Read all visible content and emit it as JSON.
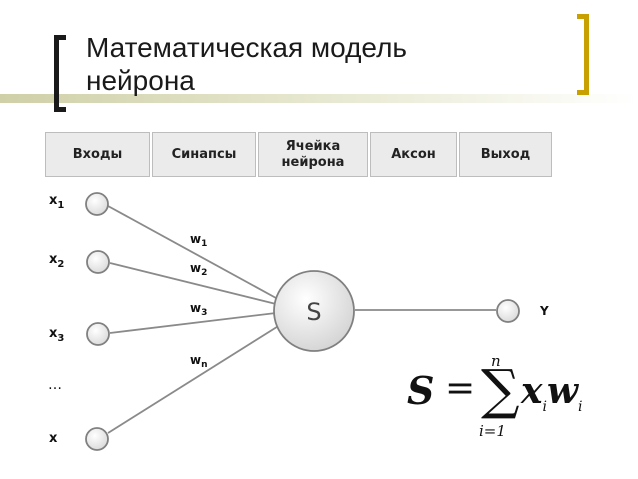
{
  "slide": {
    "title_line1": "Математическая модель",
    "title_line2": "нейрона",
    "accent_color": "#c8a000"
  },
  "header": {
    "cells": [
      {
        "line1": "Входы",
        "line2": ""
      },
      {
        "line1": "Синапсы",
        "line2": ""
      },
      {
        "line1": "Ячейка",
        "line2": "нейрона"
      },
      {
        "line1": "Аксон",
        "line2": ""
      },
      {
        "line1": "Выход",
        "line2": ""
      }
    ]
  },
  "diagram": {
    "inputs": [
      {
        "base": "x",
        "sub": "1"
      },
      {
        "base": "x",
        "sub": "2"
      },
      {
        "base": "x",
        "sub": "3"
      },
      {
        "base": "…",
        "sub": ""
      },
      {
        "base": "x",
        "sub": ""
      }
    ],
    "weights": [
      {
        "base": "w",
        "sub": "1"
      },
      {
        "base": "w",
        "sub": "2"
      },
      {
        "base": "w",
        "sub": "3"
      },
      {
        "base": "w",
        "sub": "n"
      }
    ],
    "neuron_label": "S",
    "output_label": "Y"
  },
  "formula": {
    "lhs": "S",
    "eq": "=",
    "sigma": "∑",
    "upper": "n",
    "lower": "i=1",
    "x": "x",
    "x_sub": "i",
    "w": "w",
    "w_sub": "i"
  }
}
